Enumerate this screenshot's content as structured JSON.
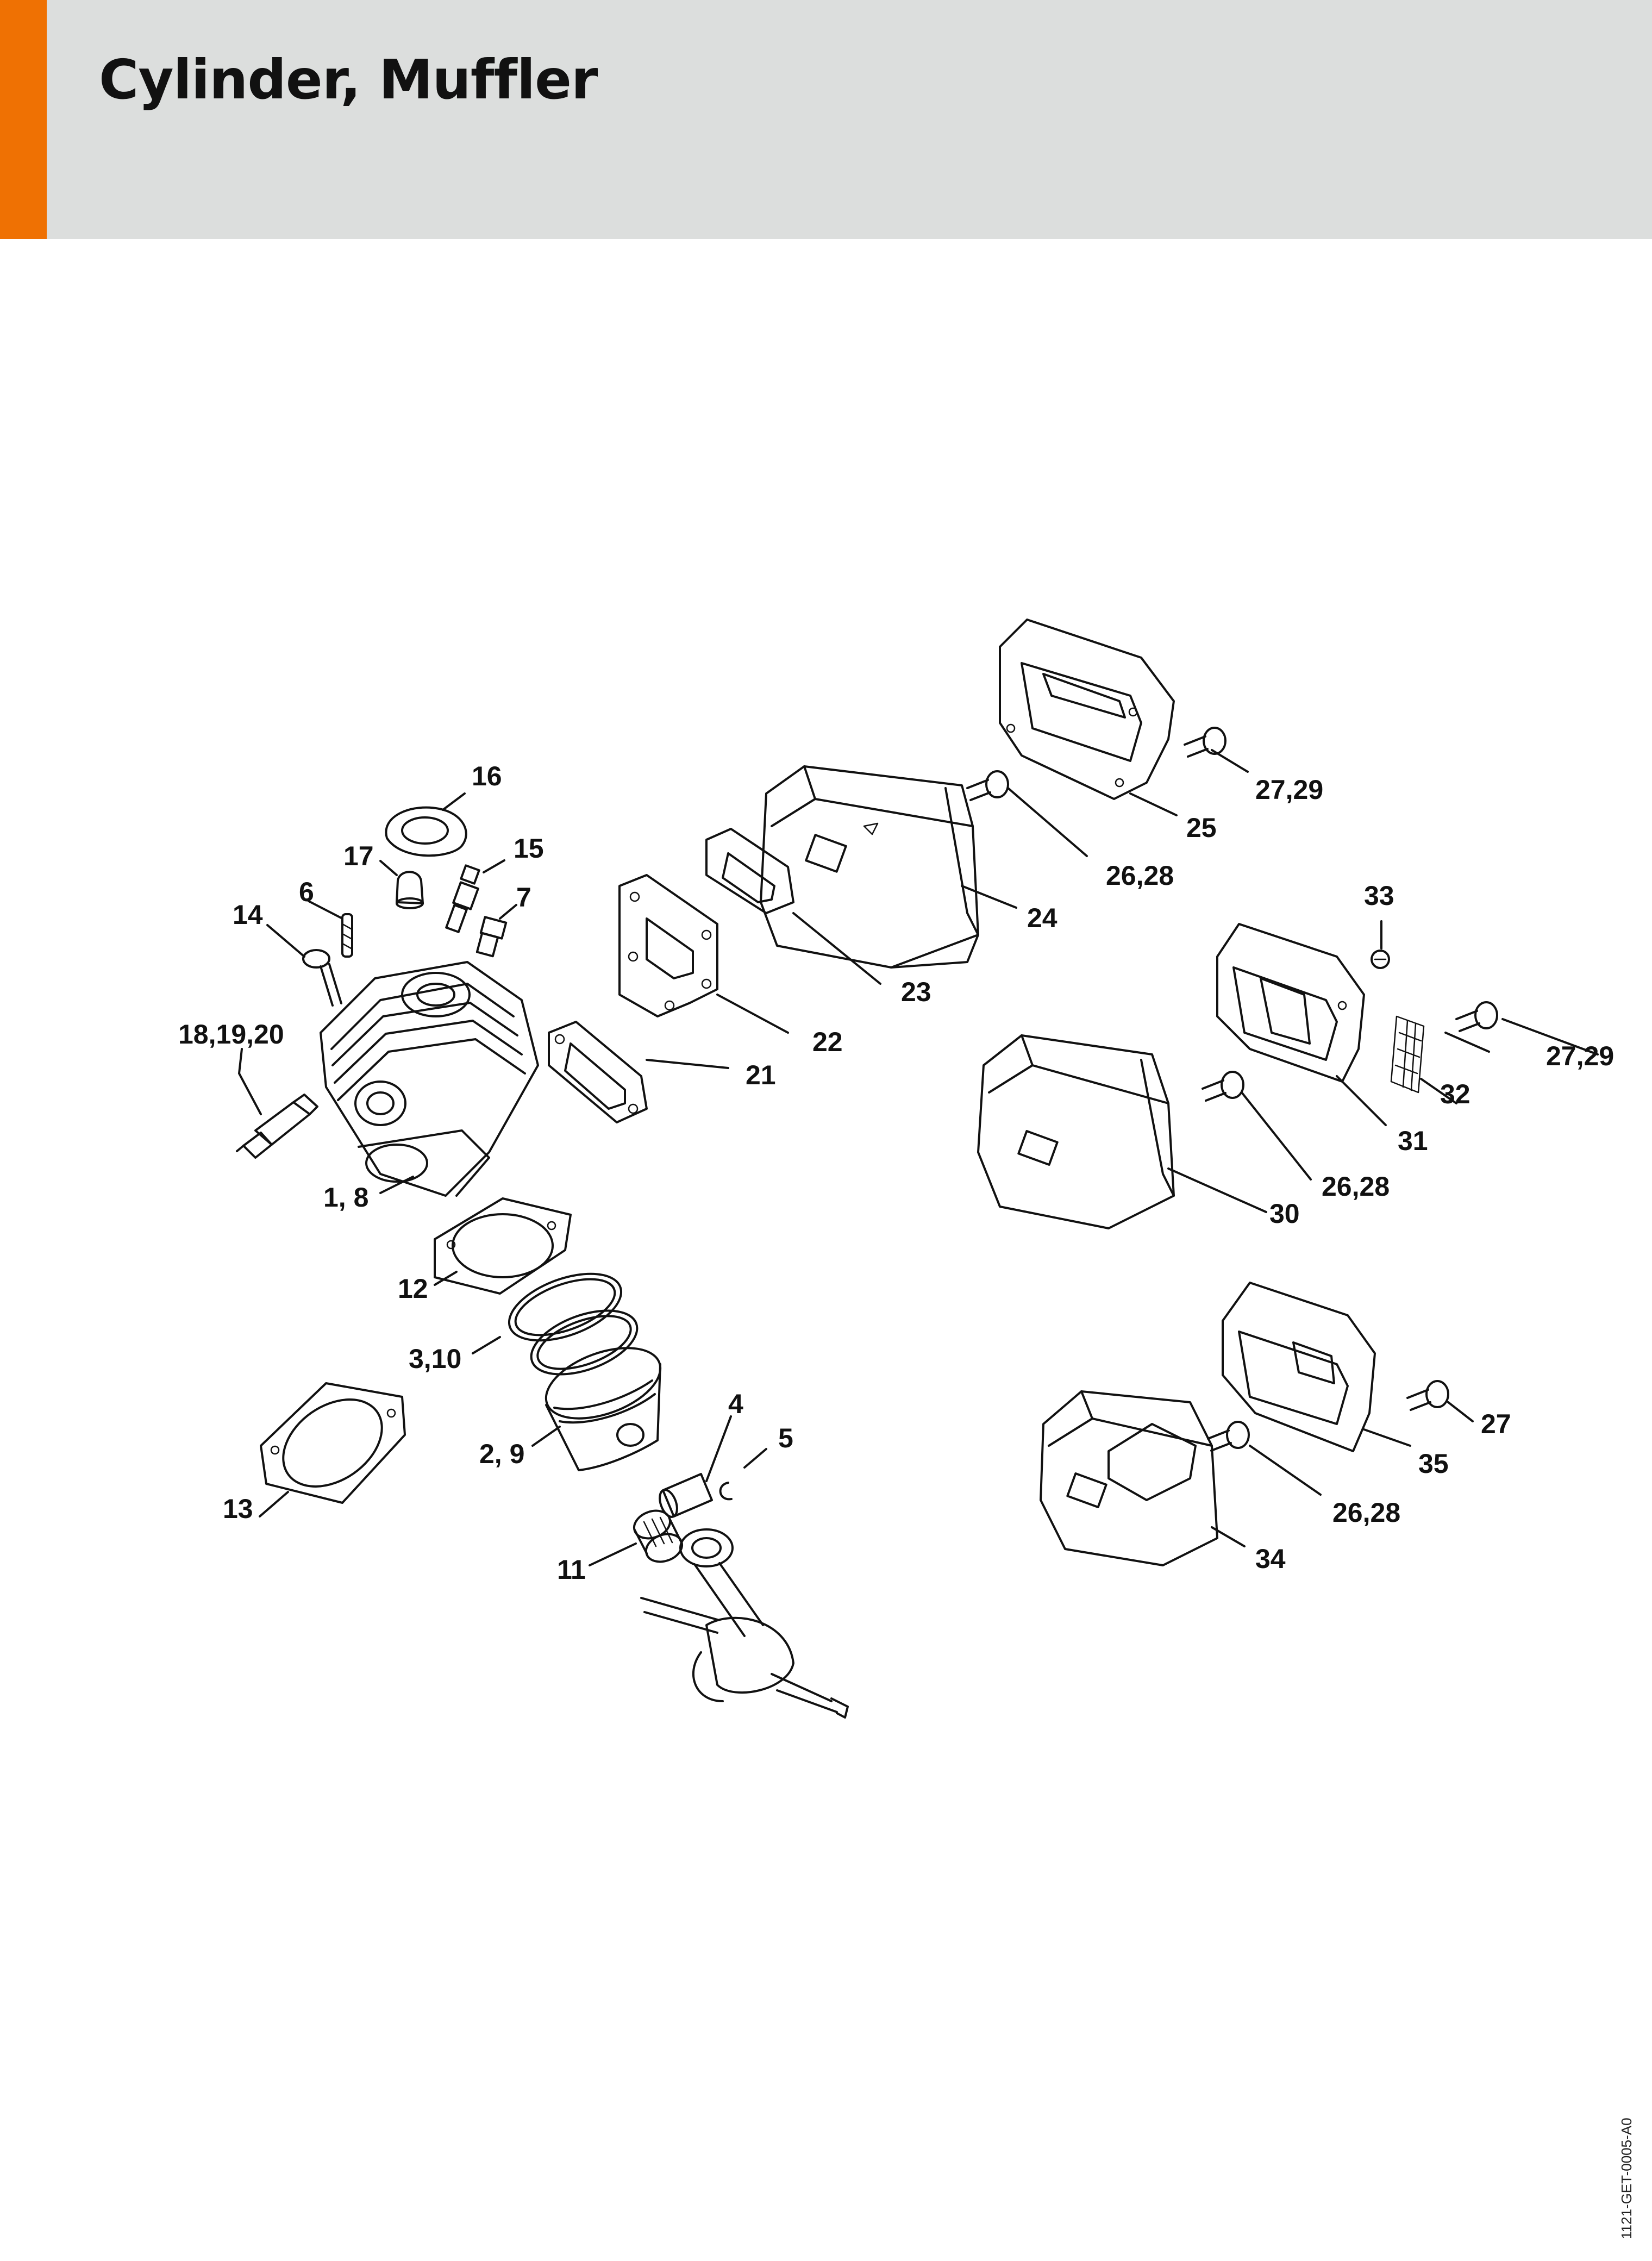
{
  "title": "Cylinder, Muffler",
  "doc_code": "1121-GET-0005-A0",
  "colors": {
    "accent": "#ef7103",
    "header_bg": "#dcdedd"
  },
  "parts": [
    {
      "id": "cylinder",
      "label": "1, 8"
    },
    {
      "id": "piston",
      "label": "2, 9"
    },
    {
      "id": "piston-rings",
      "label": "3,10"
    },
    {
      "id": "piston-pin",
      "label": "4"
    },
    {
      "id": "snap-ring",
      "label": "5"
    },
    {
      "id": "stud",
      "label": "6"
    },
    {
      "id": "plug",
      "label": "7"
    },
    {
      "id": "needle-cage",
      "label": "11"
    },
    {
      "id": "cylinder-gasket",
      "label": "12"
    },
    {
      "id": "base-gasket",
      "label": "13"
    },
    {
      "id": "screw-14",
      "label": "14"
    },
    {
      "id": "decompression-valve",
      "label": "15"
    },
    {
      "id": "boot",
      "label": "16"
    },
    {
      "id": "spark-plug-cap",
      "label": "17"
    },
    {
      "id": "spark-plug",
      "label": "18,19,20"
    },
    {
      "id": "gasket-21",
      "label": "21"
    },
    {
      "id": "plate-22",
      "label": "22"
    },
    {
      "id": "gasket-23",
      "label": "23"
    },
    {
      "id": "muffler-24",
      "label": "24"
    },
    {
      "id": "cover-25",
      "label": "25"
    },
    {
      "id": "screws-26-28-a",
      "label": "26,28"
    },
    {
      "id": "screws-27-29-a",
      "label": "27,29"
    },
    {
      "id": "muffler-30",
      "label": "30"
    },
    {
      "id": "cover-31",
      "label": "31"
    },
    {
      "id": "spark-arrestor-32",
      "label": "32"
    },
    {
      "id": "screw-33",
      "label": "33"
    },
    {
      "id": "screws-26-28-b",
      "label": "26,28"
    },
    {
      "id": "screws-27-29-b",
      "label": "27,29"
    },
    {
      "id": "muffler-34",
      "label": "34"
    },
    {
      "id": "cover-35",
      "label": "35"
    },
    {
      "id": "screws-26-28-c",
      "label": "26,28"
    },
    {
      "id": "screw-27",
      "label": "27"
    }
  ]
}
